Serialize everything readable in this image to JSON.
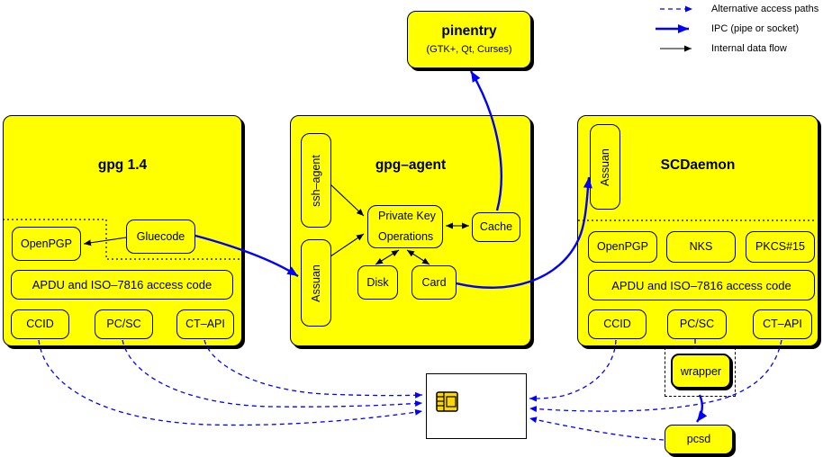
{
  "legend": {
    "items": [
      {
        "label": "Alternative access paths",
        "style": "dashed-blue"
      },
      {
        "label": "IPC (pipe or socket)",
        "style": "solid-blue-thick"
      },
      {
        "label": "Internal data flow",
        "style": "solid-black"
      }
    ]
  },
  "pinentry": {
    "title": "pinentry",
    "subtitle": "(GTK+, Qt, Curses)"
  },
  "gpg14": {
    "title": "gpg 1.4",
    "gluecode": "Gluecode",
    "openpgp": "OpenPGP",
    "apdu": "APDU and ISO–7816 access code",
    "ccid": "CCID",
    "pcsc": "PC/SC",
    "ctapi": "CT–API"
  },
  "gpg_agent": {
    "title": "gpg–agent",
    "ssh_agent": "ssh–agent",
    "assuan": "Assuan",
    "private_key_ops_line1": "Private Key",
    "private_key_ops_line2": "Operations",
    "cache": "Cache",
    "disk": "Disk",
    "card": "Card"
  },
  "scdaemon": {
    "title": "SCDaemon",
    "assuan": "Assuan",
    "openpgp": "OpenPGP",
    "nks": "NKS",
    "pkcs15": "PKCS#15",
    "apdu": "APDU and ISO–7816 access code",
    "ccid": "CCID",
    "pcsc": "PC/SC",
    "ctapi": "CT–API"
  },
  "wrapper": {
    "label": "wrapper"
  },
  "pcsd": {
    "label": "pcsd"
  },
  "colors": {
    "module_fill": "#ffff00",
    "ipc_blue": "#0000ff",
    "line_black": "#000000",
    "card_fill": "#ffffff",
    "chip_fill": "#ffd700"
  }
}
